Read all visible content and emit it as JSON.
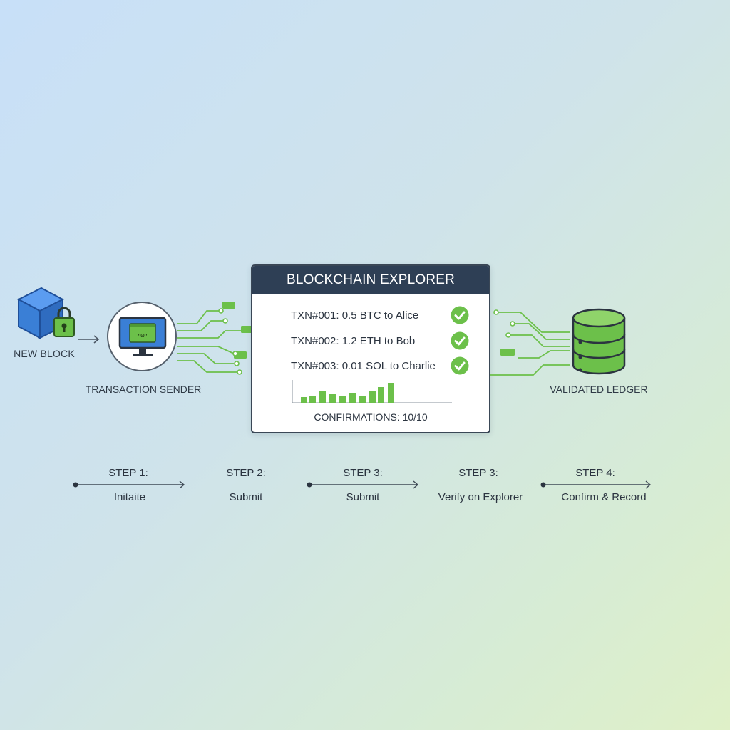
{
  "nodes": {
    "new_block": {
      "label": "NEW BLOCK",
      "icon": "cube-lock-icon"
    },
    "sender": {
      "label": "TRANSACTION SENDER",
      "icon": "monitor-icon"
    },
    "ledger": {
      "label": "VALIDATED LEDGER",
      "icon": "database-icon"
    }
  },
  "explorer": {
    "title": "BLOCKCHAIN EXPLORER",
    "transactions": [
      {
        "text": "TXN#001: 0.5 BTC to Alice",
        "status_icon": "check-icon"
      },
      {
        "text": "TXN#002: 1.2 ETH to Bob",
        "status_icon": "check-icon"
      },
      {
        "text": "TXN#003: 0.01 SOL to Charlie",
        "status_icon": "check-icon"
      }
    ],
    "confirmations": "CONFIRMATIONS: 10/10"
  },
  "steps": [
    {
      "title": "STEP 1:",
      "desc": "Initaite"
    },
    {
      "title": "STEP 2:",
      "desc": "Submit"
    },
    {
      "title": "STEP 3:",
      "desc": "Submit"
    },
    {
      "title": "STEP 3:",
      "desc": "Verify on Explorer"
    },
    {
      "title": "STEP 4:",
      "desc": "Confirm & Record"
    }
  ],
  "colors": {
    "accent_green": "#6cc04a",
    "header_navy": "#2e3f55",
    "cube_blue": "#3a7fd6",
    "line_gray": "#55606c"
  }
}
